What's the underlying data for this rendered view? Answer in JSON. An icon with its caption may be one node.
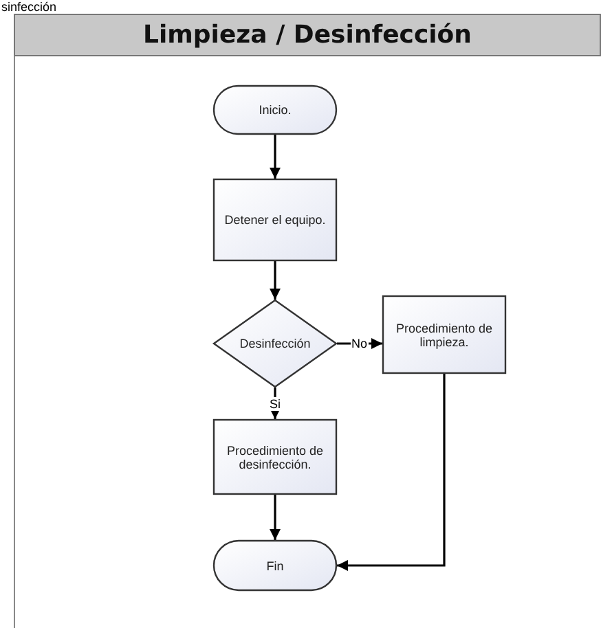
{
  "diagram": {
    "title": "Limpieza / Desinfección",
    "nodes": [
      {
        "text": [
          "Inicio."
        ]
      },
      {
        "text": [
          "Detener el equipo."
        ]
      },
      {
        "text": [
          "Desinfección"
        ]
      },
      {
        "text": [
          "Procedimiento de limpieza."
        ]
      },
      {
        "text": [
          "Procedimiento de desinfección."
        ]
      },
      {
        "text": [
          "Fin"
        ]
      }
    ],
    "edges": [
      {
        "from": 0,
        "to": 1,
        "arrow": "to"
      },
      {
        "from": 1,
        "to": 2,
        "arrow": "to"
      },
      {
        "from": 2,
        "to": 3,
        "arrow": "to",
        "label": "No"
      },
      {
        "from": 2,
        "to": 4,
        "arrow": "to",
        "label": "Si"
      },
      {
        "from": 4,
        "to": 5,
        "arrow": "to"
      },
      {
        "from": 3,
        "to": 5,
        "arrow": "to"
      }
    ],
    "labels": [
      "sinfección"
    ]
  }
}
